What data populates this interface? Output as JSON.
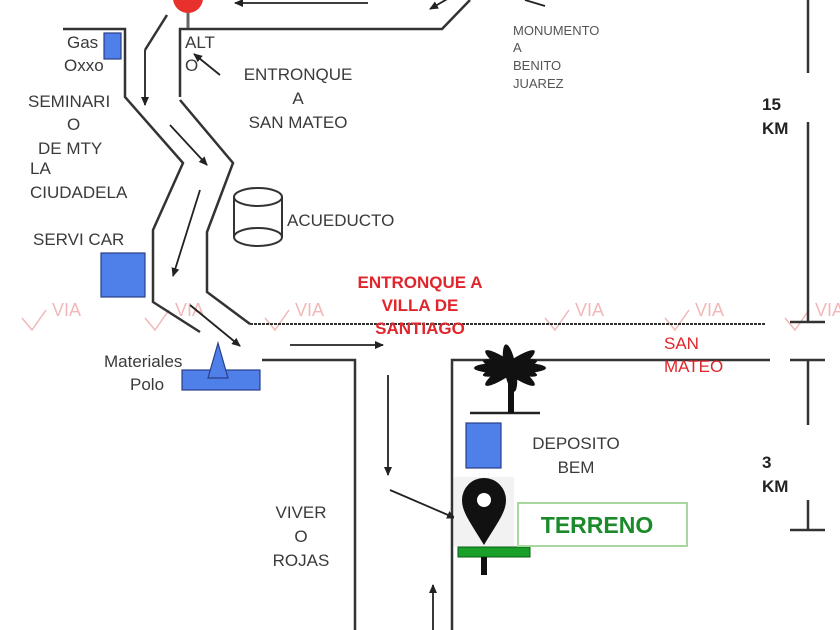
{
  "title_labels": {
    "gas": "Gas",
    "oxxo": "Oxxo",
    "alto": [
      "ALT",
      "O"
    ],
    "entronque_san_mateo": [
      "ENTRONQUE",
      "A",
      "SAN MATEO"
    ],
    "monumento": [
      "MONUMENTO",
      "A",
      "BENITO",
      "JUAREZ"
    ],
    "seminario": [
      "SEMINARI",
      "O",
      "DE MTY"
    ],
    "ciudadela": [
      "LA",
      "CIUDADELA"
    ],
    "servi_car": "SERVI CAR",
    "acueducto": "ACUEDUCTO",
    "entronque_santiago": [
      "ENTRONQUE A",
      "VILLA DE",
      "SANTIAGO"
    ],
    "san_mateo": [
      "SAN",
      "MATEO"
    ],
    "materiales": [
      "Materiales",
      "Polo"
    ],
    "deposito": [
      "DEPOSITO",
      "BEM"
    ],
    "terreno": "TERRENO",
    "vivero": [
      "VIVER",
      "O",
      "ROJAS"
    ],
    "dist_top": [
      "15",
      "KM"
    ],
    "dist_bottom": [
      "3",
      "KM"
    ],
    "watermark": "VIA"
  },
  "colors": {
    "marker_blue": "#4f7fe8",
    "accent_red": "#e0262c",
    "terreno_green": "#1a8a2a",
    "pin_bar_green": "#1aa02a"
  }
}
